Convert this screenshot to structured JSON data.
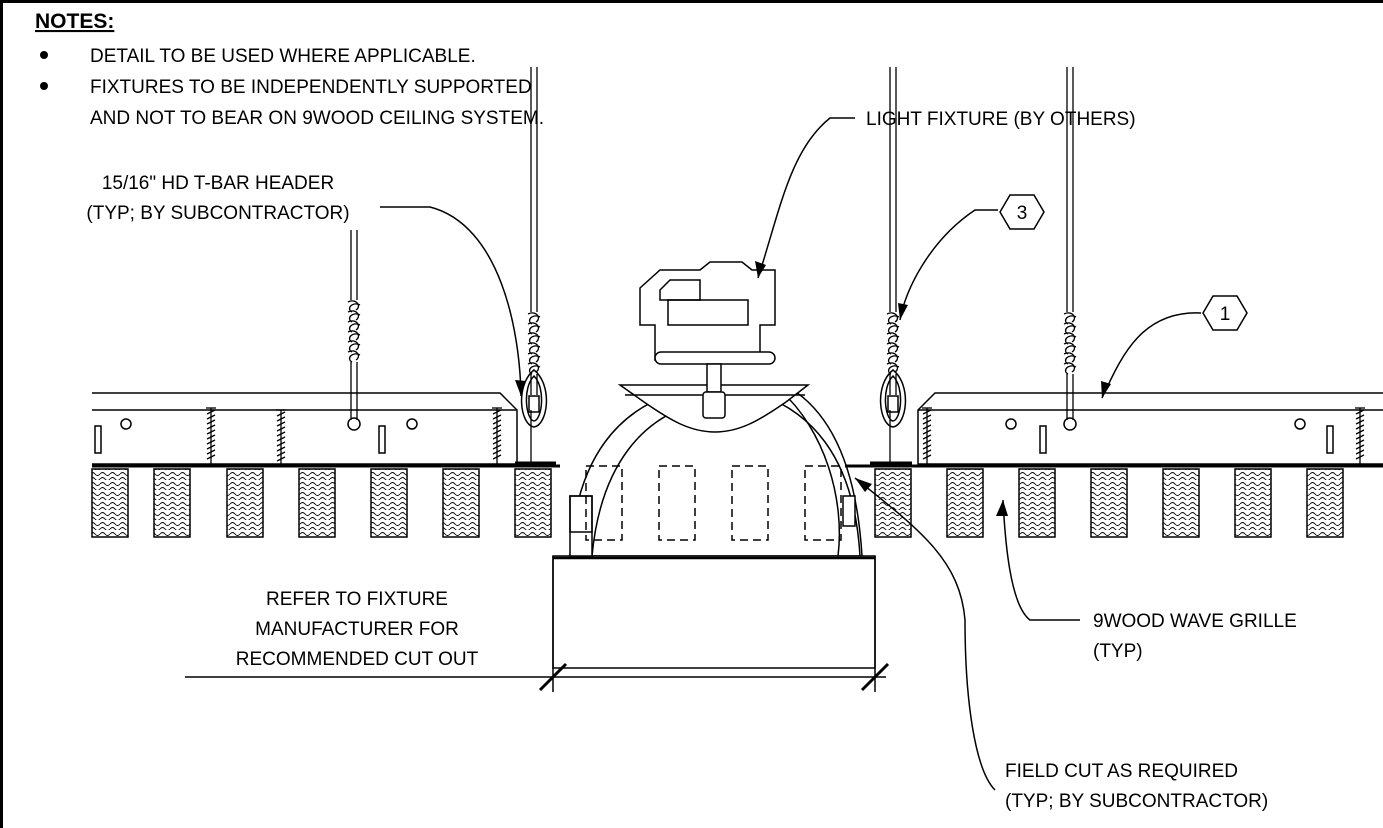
{
  "notes": {
    "title": "NOTES:",
    "items": [
      [
        "DETAIL TO BE USED WHERE APPLICABLE."
      ],
      [
        "FIXTURES TO BE INDEPENDENTLY SUPPORTED",
        "AND NOT TO BEAR ON 9WOOD CEILING SYSTEM."
      ]
    ]
  },
  "labels": {
    "header": [
      "15/16\" HD T-BAR HEADER",
      "(TYP; BY SUBCONTRACTOR)"
    ],
    "fixture": "LIGHT FIXTURE (BY OTHERS)",
    "refer": [
      "REFER TO FIXTURE",
      "MANUFACTURER FOR",
      "RECOMMENDED CUT OUT"
    ],
    "grille": [
      "9WOOD WAVE GRILLE",
      "(TYP)"
    ],
    "fieldcut": [
      "FIELD CUT AS REQUIRED",
      "(TYP; BY SUBCONTRACTOR)"
    ]
  },
  "callouts": {
    "c3": "3",
    "c1": "1"
  },
  "colors": {
    "line": "#000000",
    "background": "#ffffff"
  }
}
